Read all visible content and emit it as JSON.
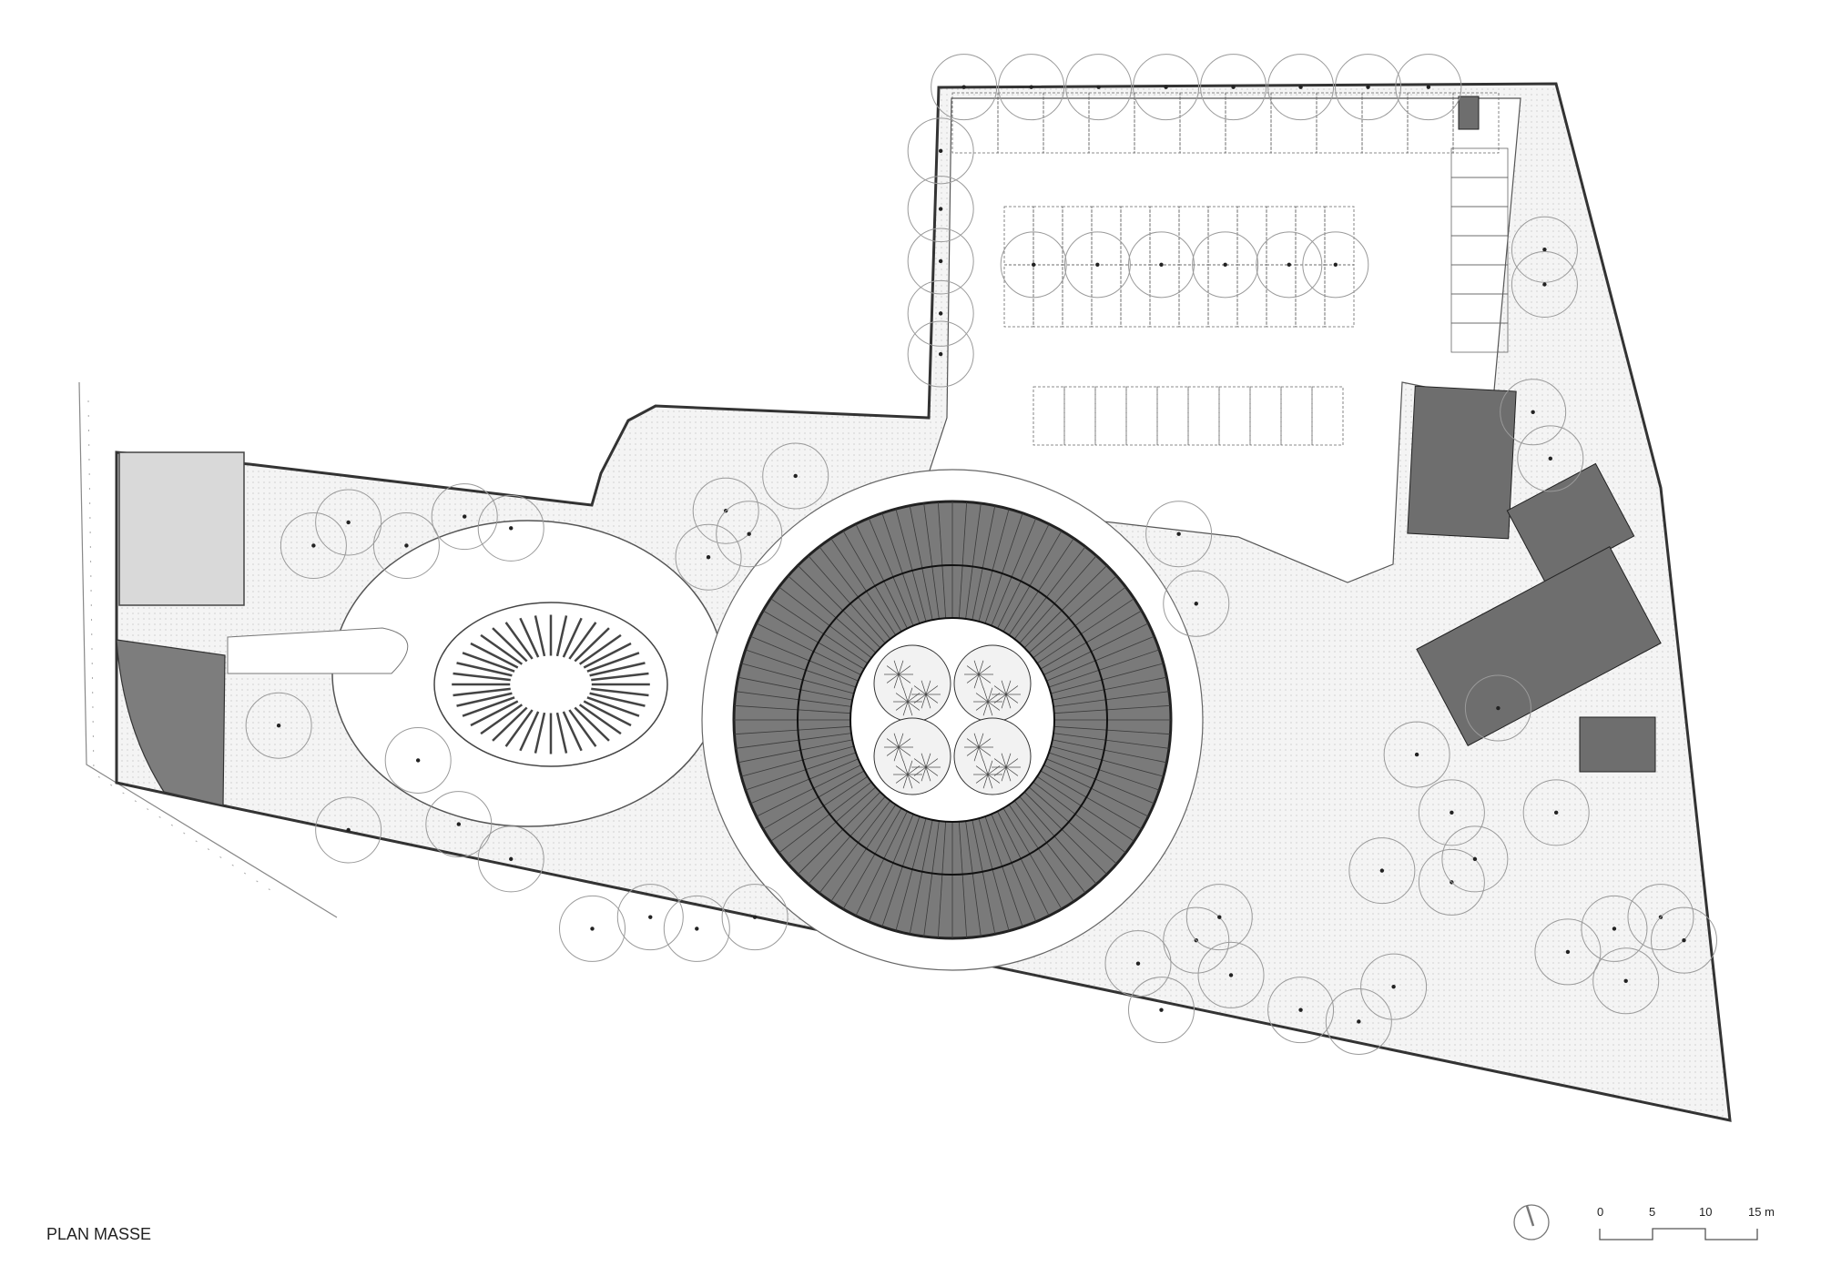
{
  "title": "PLAN MASSE",
  "scale_bar": {
    "labels": [
      "0",
      "5",
      "10",
      "15 m"
    ],
    "unit": "m"
  },
  "north_arrow": {
    "icon": "north-arrow-icon"
  },
  "colors": {
    "line": "#333333",
    "roof": "#7a7a7a",
    "ground": "#efefef",
    "tree": "#9a9a9a",
    "dark_block": "#6e6e6e"
  }
}
